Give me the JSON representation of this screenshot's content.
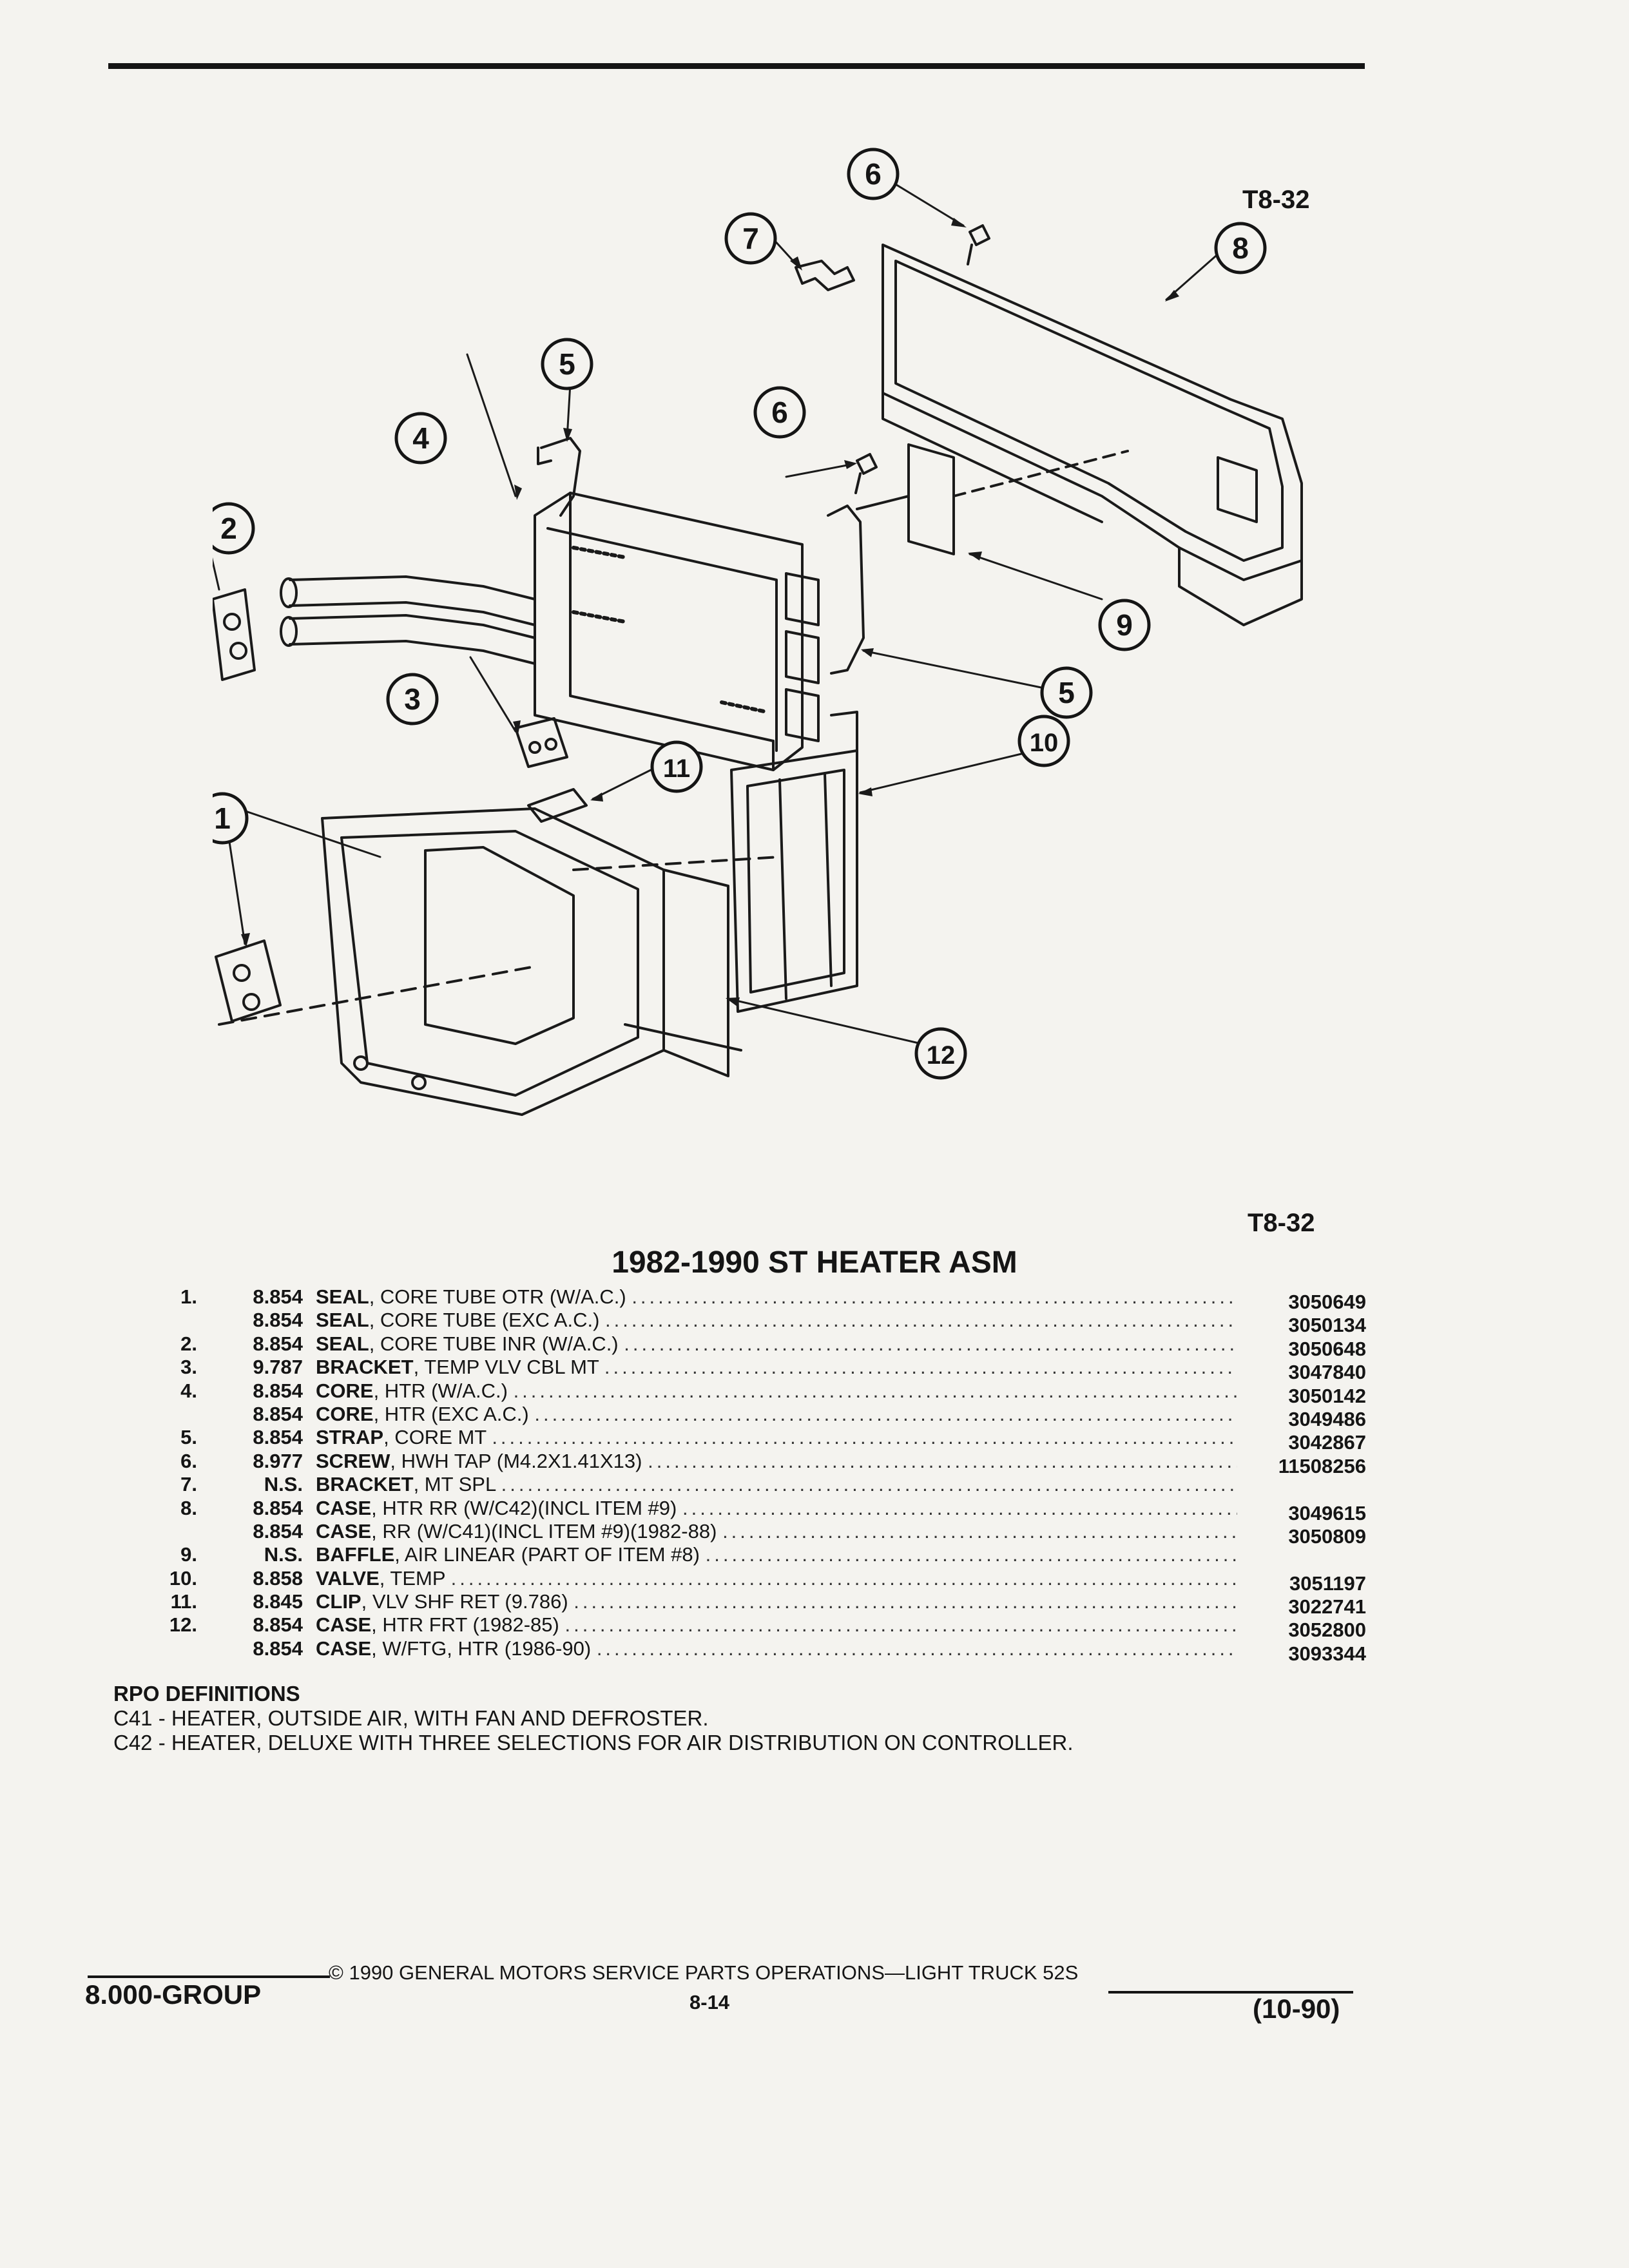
{
  "header": {
    "fig_code_top": "T8-32",
    "fig_code_bottom": "T8-32"
  },
  "diagram": {
    "callouts": [
      "1",
      "2",
      "3",
      "4",
      "5",
      "5",
      "6",
      "6",
      "7",
      "8",
      "9",
      "10",
      "11",
      "12"
    ]
  },
  "title": "1982-1990 ST HEATER ASM",
  "parts": [
    {
      "num": "1.",
      "group": "8.854",
      "name": "SEAL",
      "desc": ", CORE TUBE OTR (W/A.C.)",
      "pn": "3050649"
    },
    {
      "num": "",
      "group": "8.854",
      "name": "SEAL",
      "desc": ", CORE TUBE (EXC A.C.)",
      "pn": "3050134"
    },
    {
      "num": "2.",
      "group": "8.854",
      "name": "SEAL",
      "desc": ", CORE TUBE INR (W/A.C.)",
      "pn": "3050648"
    },
    {
      "num": "3.",
      "group": "9.787",
      "name": "BRACKET",
      "desc": ", TEMP VLV CBL MT",
      "pn": "3047840"
    },
    {
      "num": "4.",
      "group": "8.854",
      "name": "CORE",
      "desc": ", HTR (W/A.C.)",
      "pn": "3050142"
    },
    {
      "num": "",
      "group": "8.854",
      "name": "CORE",
      "desc": ", HTR (EXC A.C.)",
      "pn": "3049486"
    },
    {
      "num": "5.",
      "group": "8.854",
      "name": "STRAP",
      "desc": ", CORE MT",
      "pn": "3042867"
    },
    {
      "num": "6.",
      "group": "8.977",
      "name": "SCREW",
      "desc": ", HWH TAP (M4.2X1.41X13)",
      "pn": "11508256"
    },
    {
      "num": "7.",
      "group": "N.S.",
      "name": "BRACKET",
      "desc": ", MT SPL",
      "pn": ""
    },
    {
      "num": "8.",
      "group": "8.854",
      "name": "CASE",
      "desc": ", HTR RR (W/C42)(INCL ITEM #9)",
      "pn": "3049615"
    },
    {
      "num": "",
      "group": "8.854",
      "name": "CASE",
      "desc": ", RR (W/C41)(INCL ITEM #9)(1982-88)",
      "pn": "3050809"
    },
    {
      "num": "9.",
      "group": "N.S.",
      "name": "BAFFLE",
      "desc": ", AIR LINEAR (PART OF ITEM #8)",
      "pn": ""
    },
    {
      "num": "10.",
      "group": "8.858",
      "name": "VALVE",
      "desc": ", TEMP",
      "pn": "3051197"
    },
    {
      "num": "11.",
      "group": "8.845",
      "name": "CLIP",
      "desc": ", VLV SHF RET (9.786)",
      "pn": "3022741"
    },
    {
      "num": "12.",
      "group": "8.854",
      "name": "CASE",
      "desc": ", HTR FRT (1982-85)",
      "pn": "3052800"
    },
    {
      "num": "",
      "group": "8.854",
      "name": "CASE",
      "desc": ", W/FTG, HTR (1986-90)",
      "pn": "3093344"
    }
  ],
  "rpo": {
    "title": "RPO DEFINITIONS",
    "lines": [
      "C41 - HEATER, OUTSIDE AIR, WITH FAN AND DEFROSTER.",
      "C42 - HEATER, DELUXE WITH THREE SELECTIONS FOR AIR DISTRIBUTION ON CONTROLLER."
    ]
  },
  "footer": {
    "group": "8.000-GROUP",
    "copyright": "© 1990 GENERAL MOTORS SERVICE PARTS OPERATIONS—LIGHT TRUCK 52S",
    "page": "8-14",
    "date": "(10-90)"
  }
}
